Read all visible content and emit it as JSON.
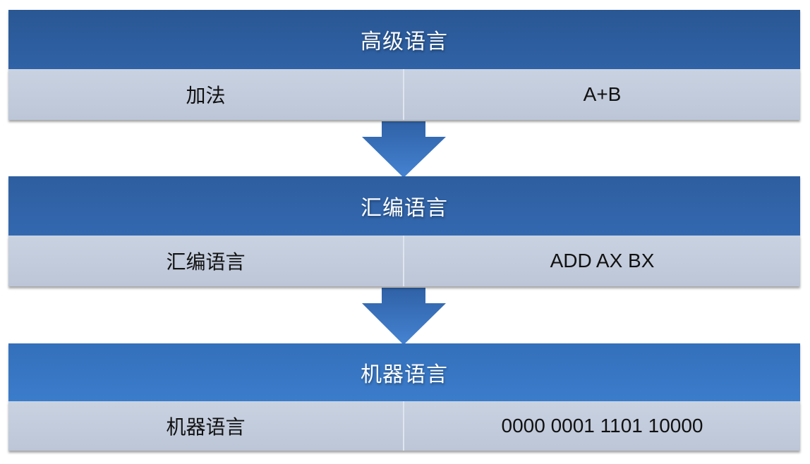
{
  "levels": [
    {
      "title": "高级语言",
      "left": "加法",
      "right": "A+B"
    },
    {
      "title": "汇编语言",
      "left": "汇编语言",
      "right": "ADD AX BX"
    },
    {
      "title": "机器语言",
      "left": "机器语言",
      "right": "0000 0001 1101 10000"
    }
  ],
  "colors": {
    "header_dark": "#2a5794",
    "header_mid": "#3368b0",
    "header_light": "#3b7ccb",
    "row_fill": "#c3ccdc",
    "arrow": "#3a74c2"
  }
}
